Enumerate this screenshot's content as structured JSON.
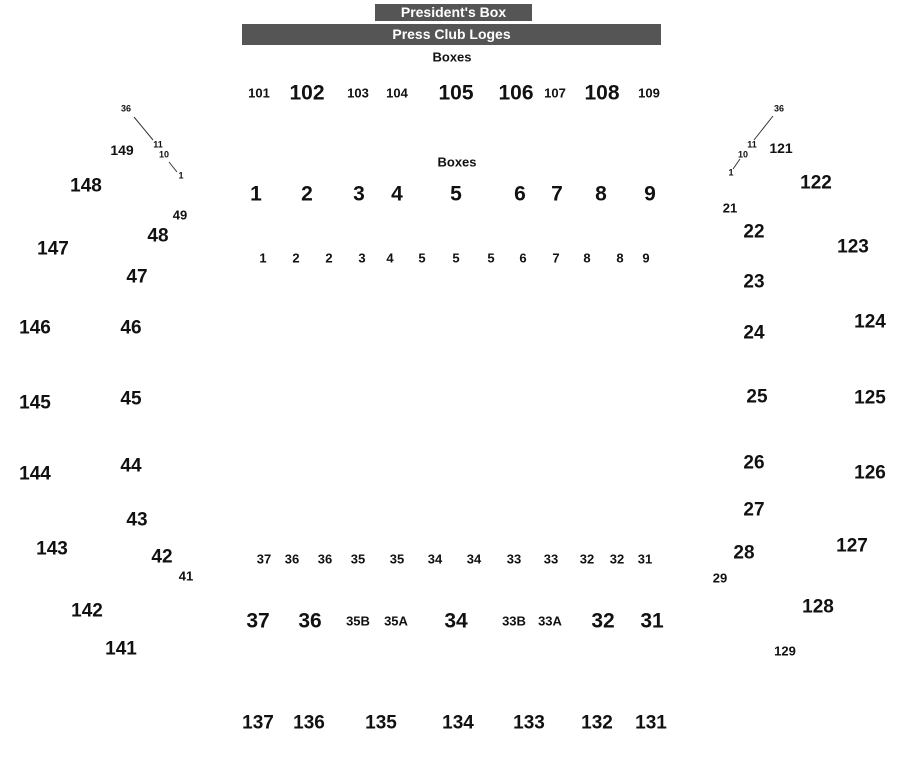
{
  "banners": {
    "presidents_box": "President's Box",
    "press_club_loges": "Press Club Loges"
  },
  "headers": {
    "boxes_upper": "Boxes",
    "boxes_lower": "Boxes"
  },
  "upper_boxes": [
    "101",
    "102",
    "103",
    "104",
    "105",
    "106",
    "107",
    "108",
    "109"
  ],
  "lower_boxes": [
    "1",
    "2",
    "3",
    "4",
    "5",
    "6",
    "7",
    "8",
    "9"
  ],
  "field_boxes": [
    "1",
    "2",
    "2",
    "3",
    "4",
    "5",
    "5",
    "5",
    "6",
    "7",
    "8",
    "8",
    "9"
  ],
  "left_inner": [
    "49",
    "48",
    "47",
    "46",
    "45",
    "44",
    "43",
    "42",
    "41"
  ],
  "left_outer": [
    "149",
    "148",
    "147",
    "146",
    "145",
    "144",
    "143",
    "142",
    "141"
  ],
  "left_small": [
    "36",
    "11",
    "10",
    "1"
  ],
  "right_inner": [
    "21",
    "22",
    "23",
    "24",
    "25",
    "26",
    "27",
    "28",
    "29"
  ],
  "right_outer": [
    "121",
    "122",
    "123",
    "124",
    "125",
    "126",
    "127",
    "128",
    "129"
  ],
  "right_small": [
    "36",
    "11",
    "10",
    "1"
  ],
  "bottom_small": [
    "37",
    "36",
    "36",
    "35",
    "35",
    "34",
    "34",
    "33",
    "33",
    "32",
    "32",
    "31"
  ],
  "bottom_mid": [
    "37",
    "36",
    "35B",
    "35A",
    "34",
    "33B",
    "33A",
    "32",
    "31"
  ],
  "bottom_outer": [
    "137",
    "136",
    "135",
    "134",
    "133",
    "132",
    "131"
  ]
}
